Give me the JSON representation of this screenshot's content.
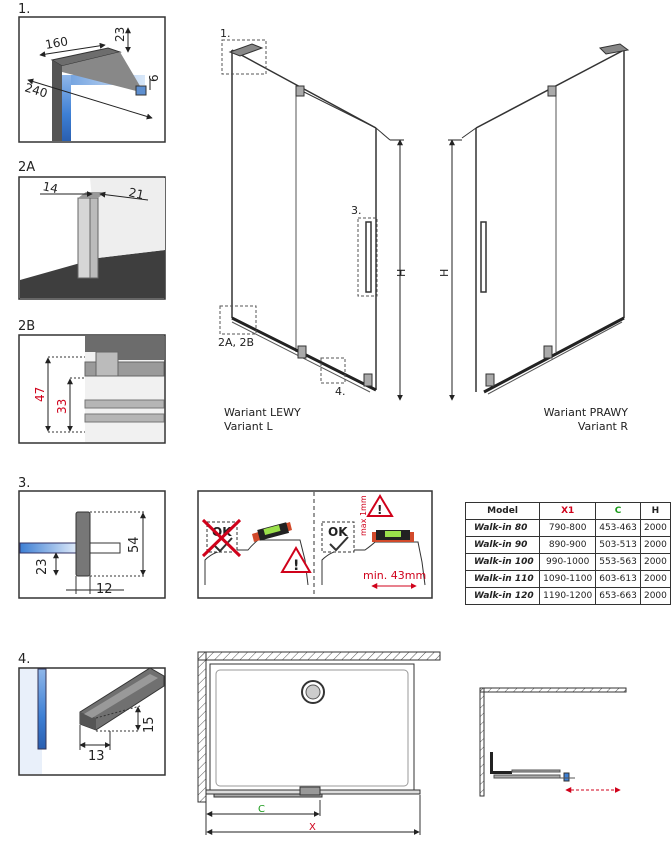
{
  "sections": {
    "s1": "1.",
    "s2a": "2A",
    "s2b": "2B",
    "s3": "3.",
    "s4": "4."
  },
  "detail1": {
    "d160": "160",
    "d23": "23",
    "d240": "240",
    "d6": "6"
  },
  "detail2a": {
    "d14": "14",
    "d21": "21"
  },
  "detail2b": {
    "d47": "47",
    "d33": "33"
  },
  "detail3": {
    "d54": "54",
    "d23": "23",
    "d12": "12"
  },
  "detail4": {
    "d15": "15",
    "d13": "13"
  },
  "main": {
    "callout1": "1.",
    "callout3": "3.",
    "callout2a2b": "2A, 2B",
    "callout4": "4.",
    "height_left": "H",
    "height_right": "H",
    "variant_left_1": "Wariant LEWY",
    "variant_left_2": "Variant L",
    "variant_right_1": "Wariant PRAWY",
    "variant_right_2": "Variant R"
  },
  "level": {
    "ok_bad": "OK",
    "ok_good": "OK",
    "max": "max 1mm",
    "min": "min. 43mm"
  },
  "plan": {
    "c": "C",
    "x": "X"
  },
  "table": {
    "headers": [
      "Model",
      "X1",
      "C",
      "H"
    ],
    "rows": [
      [
        "Walk-in 80",
        "790-800",
        "453-463",
        "2000"
      ],
      [
        "Walk-in 90",
        "890-900",
        "503-513",
        "2000"
      ],
      [
        "Walk-in 100",
        "990-1000",
        "553-563",
        "2000"
      ],
      [
        "Walk-in 110",
        "1090-1100",
        "603-613",
        "2000"
      ],
      [
        "Walk-in 120",
        "1190-1200",
        "653-663",
        "2000"
      ]
    ]
  },
  "colors": {
    "accent_red": "#d0021b",
    "accent_green": "#1a9a1a",
    "glass_blue": "#3d7fd4"
  }
}
